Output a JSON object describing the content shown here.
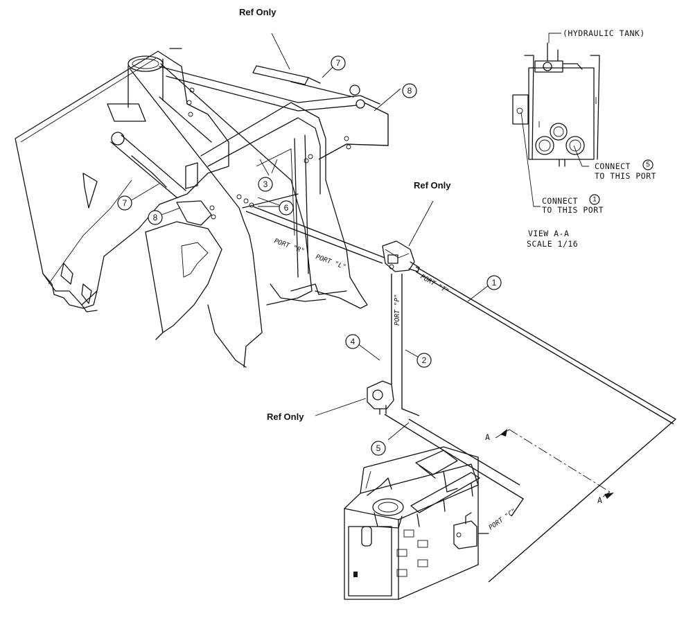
{
  "labels": {
    "ref_only_top": "Ref Only",
    "ref_only_right": "Ref Only",
    "ref_only_bottom": "Ref Only",
    "hydraulic_tank": "(HYDRAULIC TANK)",
    "connect5_a": "CONNECT",
    "connect5_b": "TO THIS PORT",
    "connect1_a": "CONNECT",
    "connect1_b": "TO THIS PORT",
    "view_title": "VIEW A-A",
    "view_scale": "SCALE 1/16",
    "section_a_top": "A",
    "section_a_bottom": "A"
  },
  "ports": {
    "port_r": "PORT \"R\"",
    "port_l": "PORT \"L\"",
    "port_p": "PORT \"P\"",
    "port_t": "PORT \"T\"",
    "port_c": "PORT \"C\""
  },
  "callouts": [
    "1",
    "2",
    "3",
    "4",
    "5",
    "6",
    "7",
    "7",
    "8",
    "8"
  ],
  "inset_callouts": [
    "5",
    "1"
  ]
}
